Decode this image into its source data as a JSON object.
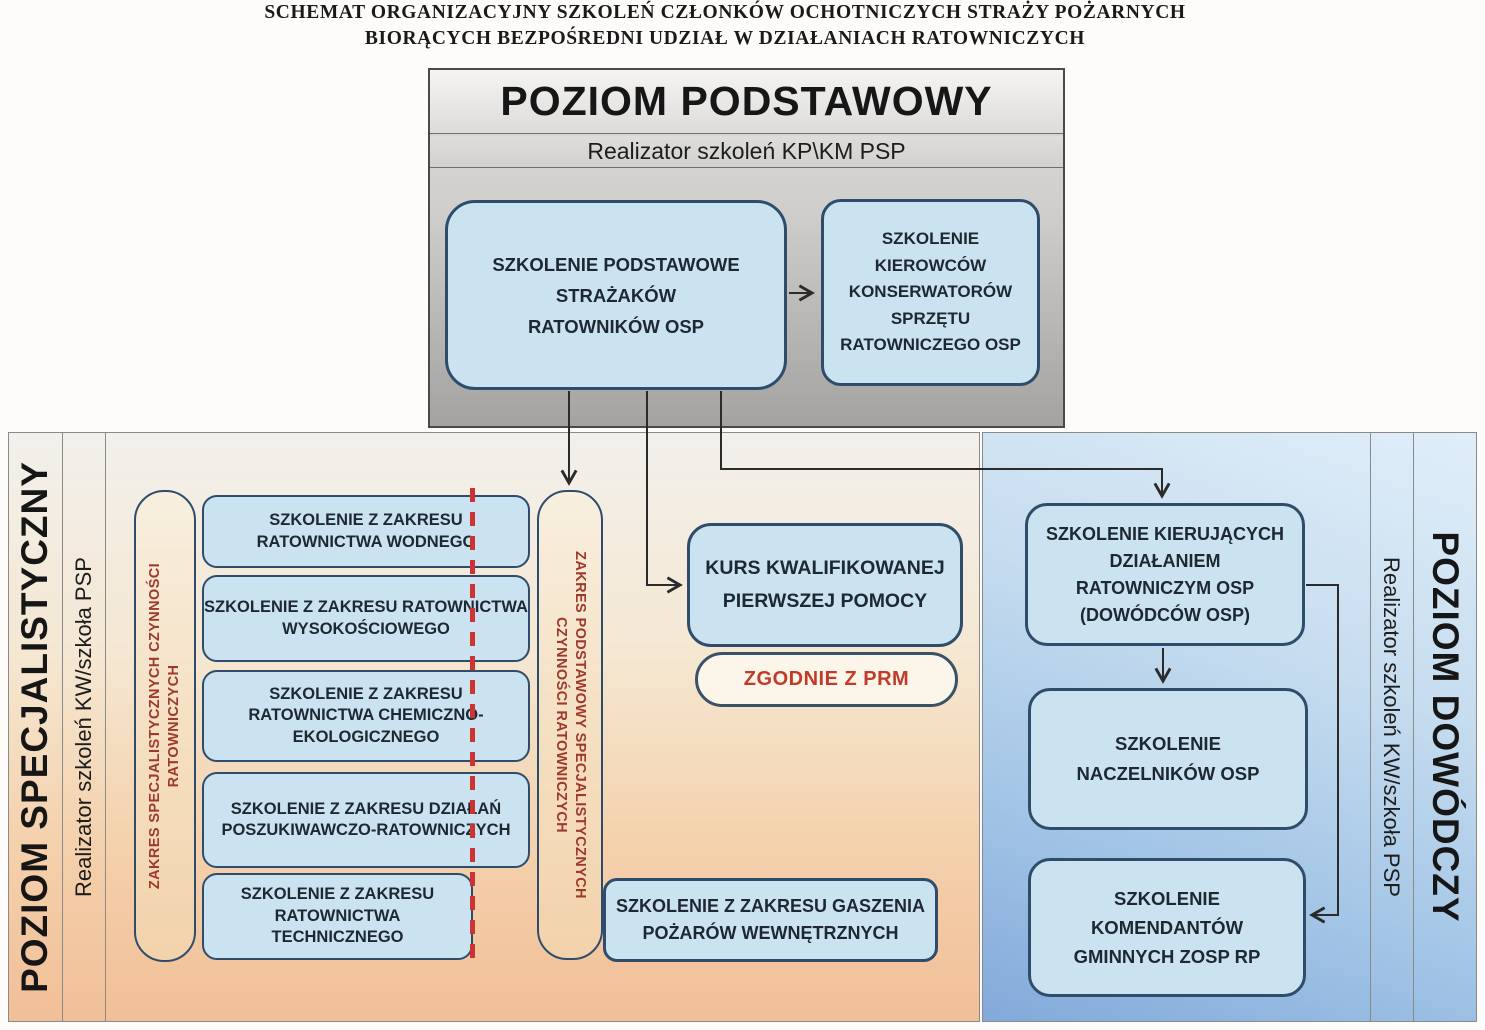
{
  "document_title": {
    "line1": "SCHEMAT ORGANIZACYJNY SZKOLEŃ CZŁONKÓW OCHOTNICZYCH STRAŻY POŻARNYCH",
    "line2": "BIORĄCYCH BEZPOŚREDNI UDZIAŁ W DZIAŁANIACH RATOWNICZYCH"
  },
  "basic_level": {
    "title": "POZIOM PODSTAWOWY",
    "provider": "Realizator szkoleń KP\\KM PSP",
    "basic_training": "SZKOLENIE PODSTAWOWE\nSTRAŻAKÓW\nRATOWNIKÓW OSP",
    "drivers_training": "SZKOLENIE\nKIEROWCÓW\nKONSERWATORÓW\nSPRZĘTU\nRATOWNICZEGO OSP"
  },
  "specialist_level": {
    "title": "POZIOM SPECJALISTYCZNY",
    "provider": "Realizator szkoleń KW/szkoła PSP",
    "specialist_scope_pill": "ZAKRES  SPECJALISTYCZNYCH CZYNNOŚCI\nRATOWNICZYCH",
    "basic_scope_pill": "ZAKRES PODSTAWOWY SPECJALISTYCZNYCH\nCZYNNOŚCI RATOWNICZYCH",
    "trainings": [
      "SZKOLENIE Z ZAKRESU\nRATOWNICTWA WODNEGO",
      "SZKOLENIE Z ZAKRESU RATOWNICTWA\nWYSOKOŚCIOWEGO",
      "SZKOLENIE Z ZAKRESU\nRATOWNICTWA CHEMICZNO-\nEKOLOGICZNEGO",
      "SZKOLENIE Z ZAKRESU DZIAŁAŃ\nPOSZUKIWAWCZO-RATOWNICZYCH",
      "SZKOLENIE Z ZAKRESU\nRATOWNICTWA\nTECHNICZNEGO"
    ],
    "first_aid_course": "KURS KWALIFIKOWANEJ\nPIERWSZEJ POMOCY",
    "prm_note": "ZGODNIE Z PRM",
    "interior_fires_training": "SZKOLENIE Z ZAKRESU GASZENIA\nPOŻARÓW WEWNĘTRZNYCH"
  },
  "command_level": {
    "title": "POZIOM DOWÓDCZY",
    "provider": "Realizator szkoleń KW/szkoła PSP",
    "commanders_training": "SZKOLENIE KIERUJĄCYCH\nDZIAŁANIEM\nRATOWNICZYM OSP\n(DOWÓDCÓW OSP)",
    "chiefs_training": "SZKOLENIE\nNACZELNIKÓW OSP",
    "municipal_commandants_training": "SZKOLENIE\nKOMENDANTÓW\nGMINNYCH ZOSP RP"
  },
  "colors": {
    "box-fill": "#cbe3f0",
    "box-border": "#2f4d6b",
    "pill-text": "#9e3a2b",
    "prm-text": "#c23b2a",
    "dashed-line": "#cc3333",
    "connector": "#2b2b2b",
    "specialist-bg-bottom": "#f1bf97",
    "command-bg-bottom": "#82a9da",
    "basic-bg-bottom": "#a5a3a1"
  }
}
